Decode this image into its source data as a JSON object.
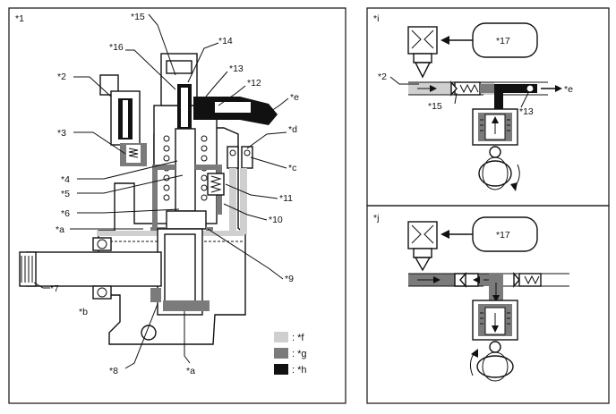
{
  "panels": {
    "main": {
      "label": "*1",
      "callouts": {
        "c2": "*2",
        "c3": "*3",
        "c4": "*4",
        "c5": "*5",
        "c6": "*6",
        "a_left": "*a",
        "c7": "*7",
        "b": "*b",
        "c8": "*8",
        "a_bottom": "*a",
        "c15": "*15",
        "c14": "*14",
        "c16": "*16",
        "c13": "*13",
        "c12": "*12",
        "e": "*e",
        "d": "*d",
        "c": "*c",
        "c11": "*11",
        "c10": "*10",
        "c9": "*9"
      },
      "legend": [
        {
          "label": ": *f",
          "color": "#cfcfcf"
        },
        {
          "label": ": *g",
          "color": "#7b7b7b"
        },
        {
          "label": ": *h",
          "color": "#111111"
        }
      ]
    },
    "i": {
      "label": "*i",
      "box": "*17",
      "callouts": {
        "c2": "*2",
        "c15": "*15",
        "c13": "*13",
        "e": "*e"
      }
    },
    "j": {
      "label": "*j",
      "box": "*17"
    }
  }
}
